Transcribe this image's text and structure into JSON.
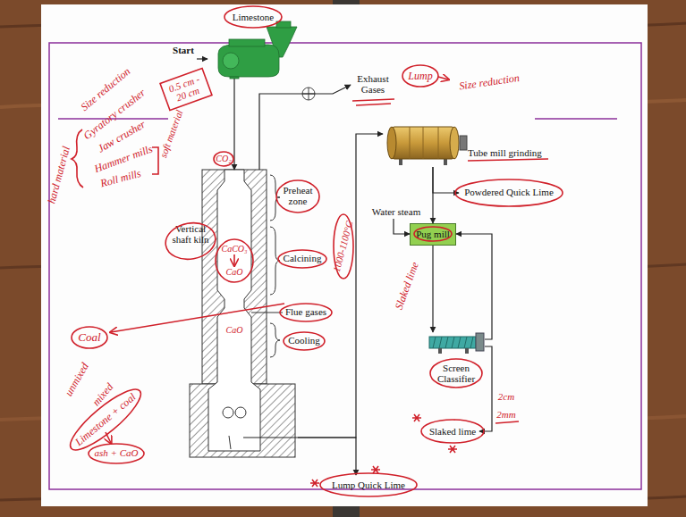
{
  "diagram": {
    "nodes": [
      {
        "text": [
          "Start"
        ]
      },
      {
        "text": [
          "Limestone"
        ]
      },
      {
        "text": [
          "Exhaust Gases"
        ]
      },
      {
        "text": [
          "Vertical shaft kiln"
        ]
      },
      {
        "text": [
          "Tube mill grinding"
        ]
      },
      {
        "text": [
          "Powdered Quick Lime"
        ]
      },
      {
        "text": [
          "Water steam"
        ]
      },
      {
        "text": [
          "Pug mill"
        ]
      },
      {
        "text": [
          "Screen Classifier"
        ]
      },
      {
        "text": [
          "Slaked lime"
        ]
      },
      {
        "text": [
          "Lump Quick Lime"
        ]
      }
    ],
    "edges": [
      {
        "from": 0,
        "to": 1,
        "arrow": "to"
      },
      {
        "from": 1,
        "to": 3,
        "arrow": "to"
      },
      {
        "from": 3,
        "to": 2,
        "arrow": "to"
      },
      {
        "from": 3,
        "to": 4,
        "arrow": "to"
      },
      {
        "from": 3,
        "to": 10,
        "arrow": "to"
      },
      {
        "from": 4,
        "to": 5,
        "arrow": "to"
      },
      {
        "from": 4,
        "to": 7,
        "arrow": "to"
      },
      {
        "from": 6,
        "to": 7,
        "arrow": "to"
      },
      {
        "from": 7,
        "to": 8,
        "arrow": "to"
      },
      {
        "from": 8,
        "to": 9,
        "arrow": "to"
      },
      {
        "from": 8,
        "to": 7,
        "arrow": "to"
      }
    ],
    "labels": [
      "Preheat zone",
      "Calcining",
      "Flue gases",
      "Cooling",
      "Size reduction",
      "Gyratory crusher",
      "Jaw crusher",
      "Hammer mills",
      "Roll mills",
      "hard material",
      "soft material",
      "0.5 cm - 20 cm",
      "CO₂",
      "CaCO₃",
      "CaO",
      "1000-1100°C",
      "CaO",
      "Coal",
      "unmixed",
      "mixed",
      "Limestone + coal",
      "ash + CaO",
      "Lump",
      "Size reduction",
      "Slaked lime",
      "2cm",
      "2mm"
    ]
  }
}
